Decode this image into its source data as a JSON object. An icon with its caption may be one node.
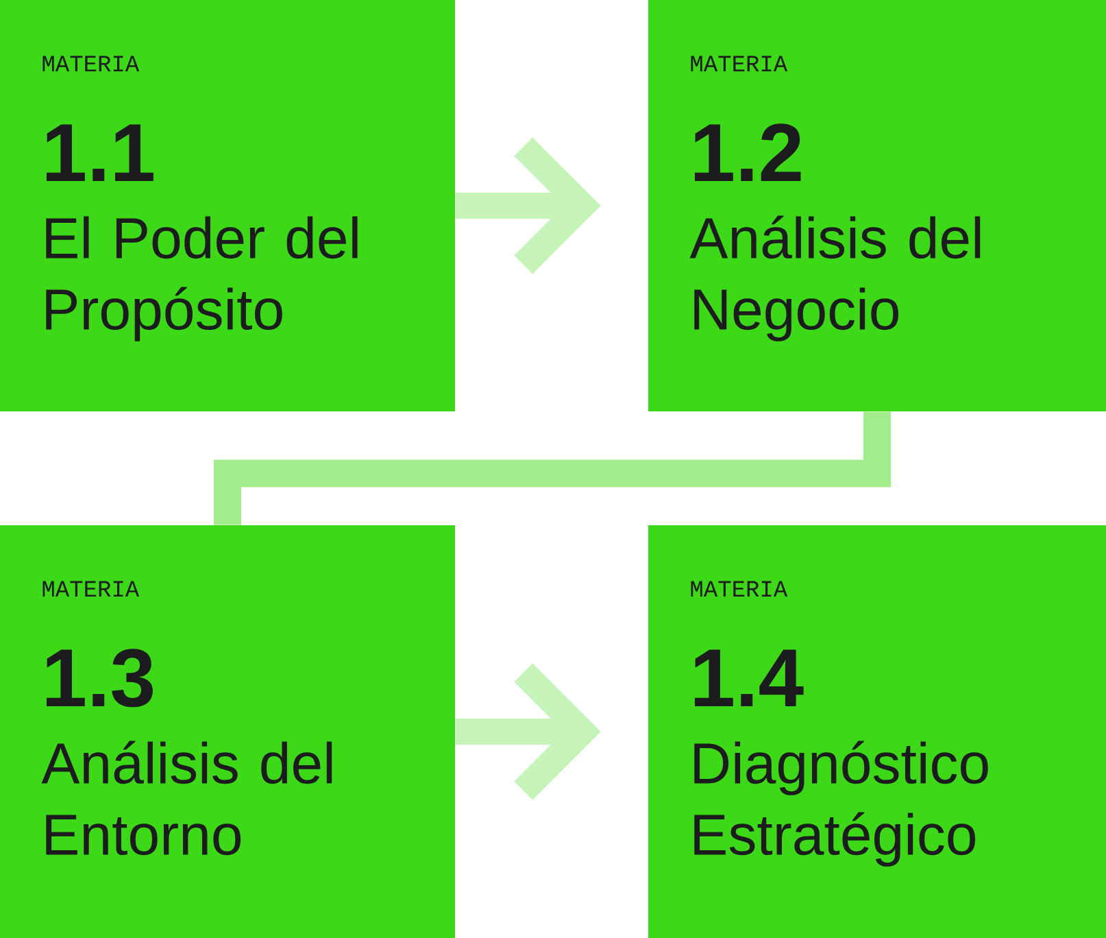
{
  "diagram": {
    "nodes": [
      {
        "text": [
          "MATERIA",
          "1.1",
          "El Poder del Propósito"
        ]
      },
      {
        "text": [
          "MATERIA",
          "1.2",
          "Análisis del Negocio"
        ]
      },
      {
        "text": [
          "MATERIA",
          "1.3",
          "Análisis del Entorno"
        ]
      },
      {
        "text": [
          "MATERIA",
          "1.4",
          "Diagnóstico Estratégico"
        ]
      }
    ],
    "edges": [
      {
        "from": 0,
        "to": 1,
        "arrow": "to",
        "color": "#c6f4b8"
      },
      {
        "from": 1,
        "to": 2,
        "arrow": "none",
        "color": "#a3ec8c"
      },
      {
        "from": 2,
        "to": 3,
        "arrow": "to",
        "color": "#c6f4b8"
      }
    ]
  }
}
